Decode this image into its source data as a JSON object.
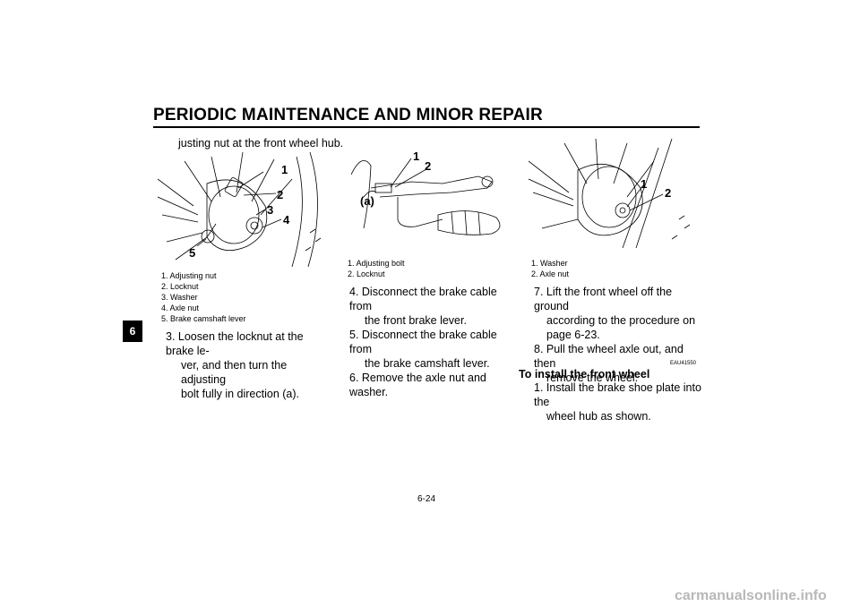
{
  "header": {
    "title": "PERIODIC MAINTENANCE AND MINOR REPAIR"
  },
  "chapter_tab": "6",
  "col1": {
    "intro": "justing nut at the front wheel hub.",
    "figure_callouts": [
      "1",
      "2",
      "3",
      "4",
      "5"
    ],
    "captions": [
      "1. Adjusting nut",
      "2. Locknut",
      "3. Washer",
      "4. Axle nut",
      "5. Brake camshaft lever"
    ],
    "step3_line1": "3. Loosen the locknut at the brake le-",
    "step3_line2": "ver, and then turn the adjusting",
    "step3_line3": "bolt fully in direction (a)."
  },
  "col2": {
    "figure_callouts": [
      "1",
      "2",
      "(a)"
    ],
    "captions": [
      "1. Adjusting bolt",
      "2. Locknut"
    ],
    "steps": [
      [
        "4. Disconnect the brake cable from",
        "the front brake lever."
      ],
      [
        "5. Disconnect the brake cable from",
        "the brake camshaft lever."
      ],
      [
        "6. Remove the axle nut and washer."
      ]
    ]
  },
  "col3": {
    "figure_callouts": [
      "1",
      "2"
    ],
    "captions": [
      "1. Washer",
      "2. Axle nut"
    ],
    "steps": [
      [
        "7. Lift the front wheel off the ground",
        "according to the procedure on",
        "page 6-23."
      ],
      [
        "8. Pull the wheel axle out, and then",
        "remove the wheel."
      ]
    ],
    "code": "EAU41550",
    "subheading": "To install the front wheel",
    "step1": [
      "1. Install the brake shoe plate into the",
      "wheel hub as shown."
    ]
  },
  "page_number": "6-24",
  "watermark": "carmanualsonline.info"
}
